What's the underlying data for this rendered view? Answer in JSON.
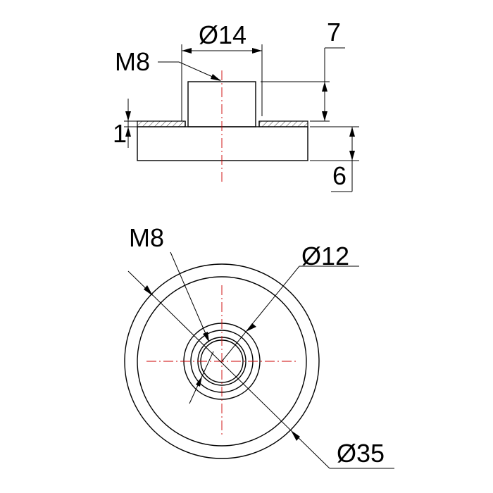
{
  "side_view": {
    "label_m8": "M8",
    "label_dia14": "Ø14",
    "label_7": "7",
    "label_1": "1",
    "label_6": "6"
  },
  "top_view": {
    "label_m8": "M8",
    "label_dia12": "Ø12",
    "label_dia35": "Ø35"
  },
  "colors": {
    "line": "#000000",
    "centerline": "#cc0000",
    "background": "#ffffff"
  }
}
